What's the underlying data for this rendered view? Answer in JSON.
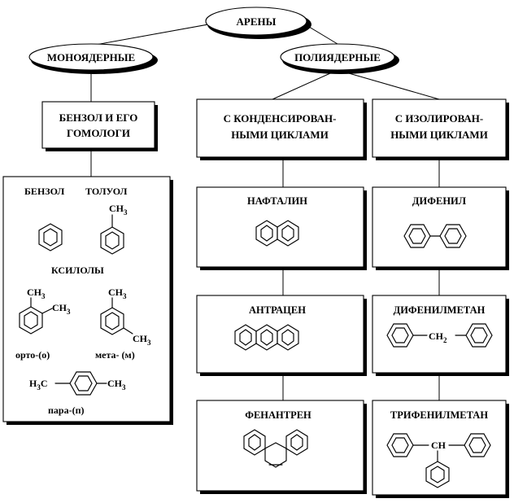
{
  "root": {
    "label": "АРЕНЫ"
  },
  "branches": {
    "mono": {
      "label": "МОНОЯДЕРНЫЕ"
    },
    "poly": {
      "label": "ПОЛИЯДЕРНЫЕ"
    }
  },
  "groups": {
    "benzene_homologs": {
      "line1": "БЕНЗОЛ И ЕГО",
      "line2": "ГОМОЛОГИ"
    },
    "condensed": {
      "line1": "С КОНДЕНСИРОВАН-",
      "line2": "НЫМИ ЦИКЛАМИ"
    },
    "isolated": {
      "line1": "С ИЗОЛИРОВАН-",
      "line2": "НЫМИ ЦИКЛАМИ"
    }
  },
  "mono_panel": {
    "benzene": "БЕНЗОЛ",
    "toluene": "ТОЛУОЛ",
    "xylenes": "КСИЛОЛЫ",
    "ortho": "орто-(о)",
    "meta": "мета- (м)",
    "para": "пара-(п)",
    "ch3": "CH",
    "sub3": "3",
    "h3c": "H",
    "c_letter": "C"
  },
  "condensed_items": [
    {
      "label": "НАФТАЛИН"
    },
    {
      "label": "АНТРАЦЕН"
    },
    {
      "label": "ФЕНАНТРЕН"
    }
  ],
  "isolated_items": [
    {
      "label": "ДИФЕНИЛ"
    },
    {
      "label": "ДИФЕНИЛМЕТАН",
      "link": "CH",
      "sub": "2"
    },
    {
      "label": "ТРИФЕНИЛМЕТАН",
      "link": "CH"
    }
  ]
}
